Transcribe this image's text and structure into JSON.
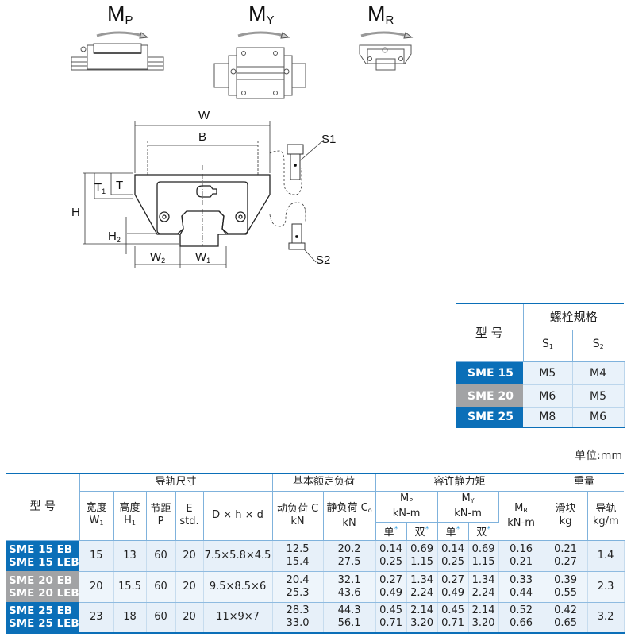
{
  "moments": [
    {
      "sym": "M",
      "sub": "P"
    },
    {
      "sym": "M",
      "sub": "Y"
    },
    {
      "sym": "M",
      "sub": "R"
    }
  ],
  "diagram": {
    "W": "W",
    "B": "B",
    "H": "H",
    "T1": "T",
    "T1sub": "1",
    "T": "T",
    "H2": "H",
    "H2sub": "2",
    "W2": "W",
    "W2sub": "2",
    "W1": "W",
    "W1sub": "1",
    "S1": "S1",
    "S2": "S2"
  },
  "bolt_table": {
    "model_header": "型 号",
    "group_header": "螺栓规格",
    "s1": {
      "sym": "S",
      "sub": "1"
    },
    "s2": {
      "sym": "S",
      "sub": "2"
    },
    "rows": [
      {
        "model": "SME 15",
        "s1": "M5",
        "s2": "M4",
        "color": "#0b6fb8"
      },
      {
        "model": "SME 20",
        "s1": "M6",
        "s2": "M5",
        "color": "#a2a3a5"
      },
      {
        "model": "SME 25",
        "s1": "M8",
        "s2": "M6",
        "color": "#0b6fb8"
      }
    ]
  },
  "unit": "单位:mm",
  "spec_table": {
    "model_header": "型 号",
    "groups": {
      "rail": "导轨尺寸",
      "load": "基本额定负荷",
      "moment": "容许静力矩",
      "weight": "重量"
    },
    "cols": {
      "w1": {
        "label": "宽度",
        "sym": "W",
        "sub": "1"
      },
      "h1": {
        "label": "高度",
        "sym": "H",
        "sub": "1"
      },
      "p": {
        "label": "节距",
        "sym": "P"
      },
      "e": {
        "label": "E",
        "sym": "std."
      },
      "dhd": {
        "label": "D × h × d"
      },
      "c": {
        "label": "动负荷 C",
        "unit": "kN"
      },
      "c0": {
        "label": "静负荷 C",
        "sub": "o",
        "unit": "kN"
      },
      "mp": {
        "sym": "M",
        "sub": "P",
        "unit": "kN-m"
      },
      "my": {
        "sym": "M",
        "sub": "Y",
        "unit": "kN-m"
      },
      "mr": {
        "sym": "M",
        "sub": "R",
        "unit": "kN-m"
      },
      "block": {
        "label": "滑块",
        "unit": "kg"
      },
      "rail": {
        "label": "导轨",
        "unit": "kg/m"
      },
      "single": "单",
      "double": "双",
      "star": "*"
    },
    "rows": [
      {
        "models": [
          "SME 15 EB",
          "SME 15 LEB"
        ],
        "color": "#0b6fb8",
        "w1": "15",
        "h1": "13",
        "p": "60",
        "e": "20",
        "dhd": "7.5×5.8×4.5",
        "c": [
          "12.5",
          "15.4"
        ],
        "c0": [
          "20.2",
          "27.5"
        ],
        "mp_s": [
          "0.14",
          "0.25"
        ],
        "mp_d": [
          "0.69",
          "1.15"
        ],
        "my_s": [
          "0.14",
          "0.25"
        ],
        "my_d": [
          "0.69",
          "1.15"
        ],
        "mr": [
          "0.16",
          "0.21"
        ],
        "block": [
          "0.21",
          "0.27"
        ],
        "rail": "1.4"
      },
      {
        "models": [
          "SME 20 EB",
          "SME 20 LEB"
        ],
        "color": "#a2a3a5",
        "w1": "20",
        "h1": "15.5",
        "p": "60",
        "e": "20",
        "dhd": "9.5×8.5×6",
        "c": [
          "20.4",
          "25.3"
        ],
        "c0": [
          "32.1",
          "43.6"
        ],
        "mp_s": [
          "0.27",
          "0.49"
        ],
        "mp_d": [
          "1.34",
          "2.24"
        ],
        "my_s": [
          "0.27",
          "0.49"
        ],
        "my_d": [
          "1.34",
          "2.24"
        ],
        "mr": [
          "0.33",
          "0.44"
        ],
        "block": [
          "0.39",
          "0.55"
        ],
        "rail": "2.3"
      },
      {
        "models": [
          "SME 25 EB",
          "SME 25 LEB"
        ],
        "color": "#0b6fb8",
        "w1": "23",
        "h1": "18",
        "p": "60",
        "e": "20",
        "dhd": "11×9×7",
        "c": [
          "28.3",
          "33.0"
        ],
        "c0": [
          "44.3",
          "56.1"
        ],
        "mp_s": [
          "0.45",
          "0.71"
        ],
        "mp_d": [
          "2.14",
          "3.20"
        ],
        "my_s": [
          "0.45",
          "0.71"
        ],
        "my_d": [
          "2.14",
          "3.20"
        ],
        "mr": [
          "0.52",
          "0.66"
        ],
        "block": [
          "0.42",
          "0.65"
        ],
        "rail": "3.2"
      }
    ]
  }
}
